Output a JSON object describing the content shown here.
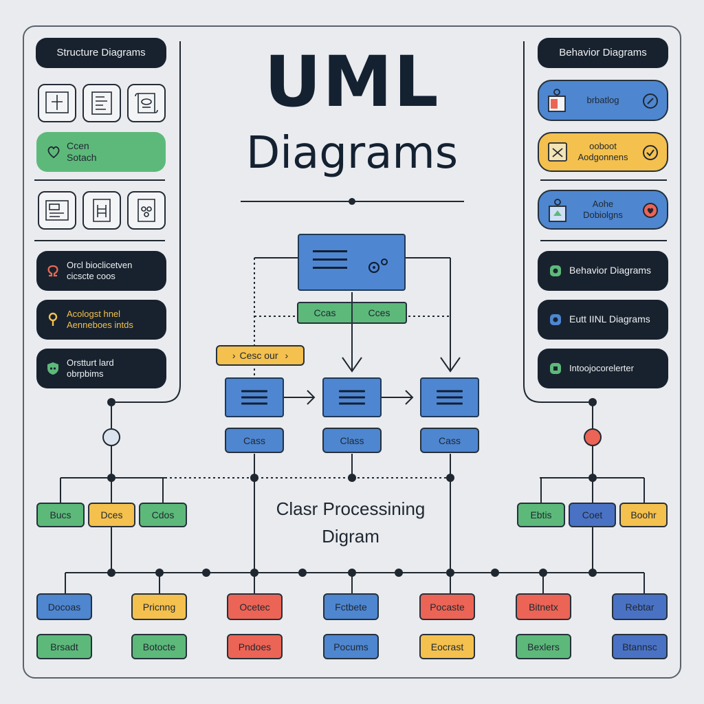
{
  "title": {
    "main": "UML",
    "sub": "Diagrams"
  },
  "left_panel": {
    "header": "Structure Diagrams",
    "icon_row_1": [
      "frame-icon",
      "document-icon",
      "scroll-icon"
    ],
    "green_item": [
      "Ccen",
      "Sotach"
    ],
    "icon_row_2": [
      "frame-icon",
      "document-icon",
      "document-icon"
    ],
    "dark_items": [
      {
        "icon": "omega-icon",
        "line1": "Orcl bioclicetven",
        "line2": "cicscte coos",
        "color": "#e96a57"
      },
      {
        "icon": "key-icon",
        "line1": "Acologst hnel",
        "line2": "Aenneboes intds",
        "color": "#f2c24e"
      },
      {
        "icon": "shield-icon",
        "line1": "Orstturt lard",
        "line2": "obrpbims",
        "color": "#e8ecef"
      }
    ]
  },
  "right_panel": {
    "header": "Behavior Diagrams",
    "color_items": [
      {
        "icon": "briefcase-icon",
        "line1": "brbatlog",
        "line2": "",
        "accent": "blue"
      },
      {
        "icon": "people-icon",
        "line1": "ooboot",
        "line2": "Aodgonnens",
        "accent": "yellow"
      },
      {
        "icon": "recycle-icon",
        "line1": "Aohe",
        "line2": "Dobiolgns",
        "accent": "blue"
      }
    ],
    "dark_items": [
      {
        "icon": "gear-icon",
        "label": "Behavior Diagrams"
      },
      {
        "icon": "shield-icon",
        "label": "Eutt IINL Diagrams"
      },
      {
        "icon": "grid-icon",
        "label": "Intoojocorelerter"
      }
    ]
  },
  "center": {
    "green_labels": [
      "Ccas",
      "Cces"
    ],
    "yellow_tag": "Cesc our",
    "class_labels": [
      "Cass",
      "Class",
      "Cass"
    ],
    "caption_line1": "Clasr Processining",
    "caption_line2": "Digram"
  },
  "mid_left_boxes": [
    "Bucs",
    "Dces",
    "Cdos"
  ],
  "mid_right_boxes": [
    "Ebtis",
    "Coet",
    "Boohr"
  ],
  "bottom_row_1": [
    "Docoas",
    "Pricnng",
    "Ocetec",
    "Fctbete",
    "Pocaste",
    "Bitnetx",
    "Rebtar"
  ],
  "bottom_row_2": [
    "Brsadt",
    "Botocte",
    "Pndoes",
    "Pocums",
    "Eocrast",
    "Bexlers",
    "Btannsc"
  ],
  "colors": {
    "blue": "#4e86d0",
    "green": "#5db97a",
    "yellow": "#f4c04e",
    "red": "#ec6455",
    "dark": "#18222e",
    "background": "#e9ebee"
  }
}
